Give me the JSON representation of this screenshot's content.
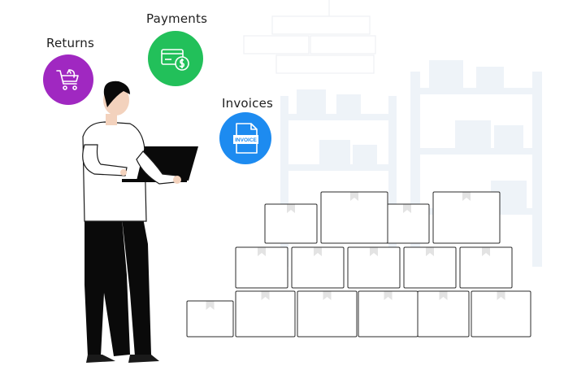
{
  "labels": {
    "returns": "Returns",
    "payments": "Payments",
    "invoices": "Invoices",
    "invoice_doc_text": "INVOICE"
  },
  "icons": {
    "returns": "cart-return-icon",
    "payments": "card-cash-icon",
    "invoices": "invoice-document-icon"
  },
  "colors": {
    "returns": "#a028c1",
    "payments": "#22c05a",
    "invoices": "#1d8bf0",
    "warehouse": "#eef3f8",
    "box_outline": "#2b2b2b"
  }
}
